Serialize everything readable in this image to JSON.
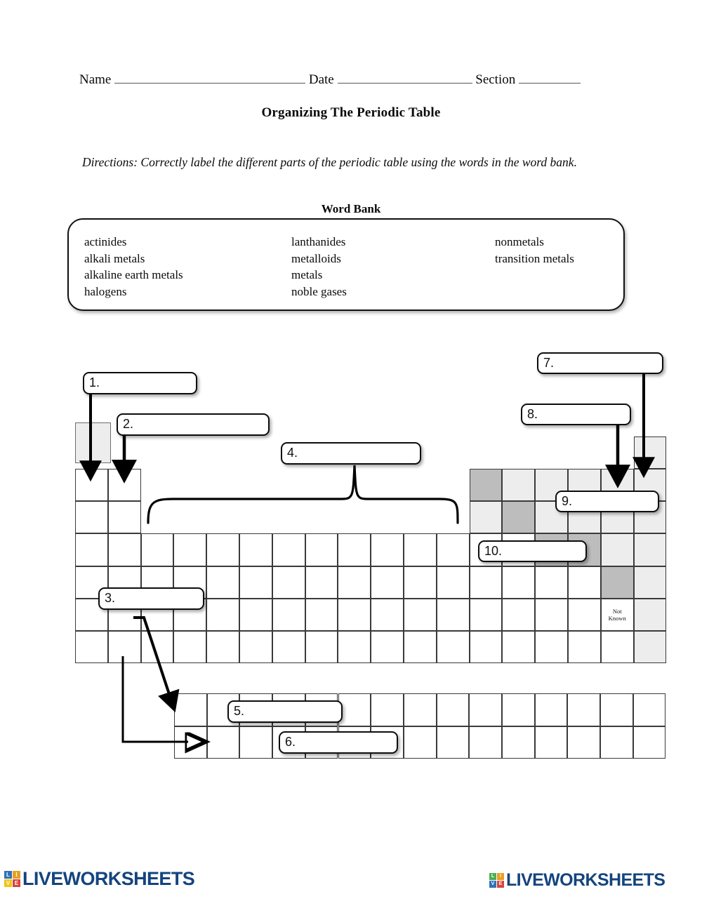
{
  "header": {
    "name_label": "Name",
    "date_label": "Date",
    "section_label": "Section",
    "title": "Organizing The Periodic Table",
    "directions": "Directions:  Correctly label the different parts of the periodic table using the words in the word bank."
  },
  "word_bank": {
    "heading": "Word Bank",
    "columns": [
      [
        "actinides",
        "alkali metals",
        "alkaline earth metals",
        "halogens"
      ],
      [
        "lanthanides",
        "metalloids",
        "metals",
        "noble gases"
      ],
      [
        "nonmetals",
        "transition metals"
      ]
    ]
  },
  "answer_boxes": [
    {
      "id": "1",
      "label": "1."
    },
    {
      "id": "2",
      "label": "2."
    },
    {
      "id": "3",
      "label": "3."
    },
    {
      "id": "4",
      "label": "4."
    },
    {
      "id": "5",
      "label": "5."
    },
    {
      "id": "6",
      "label": "6."
    },
    {
      "id": "7",
      "label": "7."
    },
    {
      "id": "8",
      "label": "8."
    },
    {
      "id": "9",
      "label": "9."
    },
    {
      "id": "10",
      "label": "10."
    }
  ],
  "periodic_table": {
    "not_known_line1": "Not",
    "not_known_line2": "Known",
    "colors": {
      "nonmetal_fill": "#ededed",
      "metalloid_fill": "#bdbdbd",
      "cell_border": "#3a3a3a",
      "plain_fill": "#ffffff"
    }
  },
  "logo": {
    "wordmark": "LIVEWORKSHEETS",
    "tiles": [
      {
        "letter": "L",
        "color": "#2e72b8"
      },
      {
        "letter": "I",
        "color": "#e8a020"
      },
      {
        "letter": "V",
        "color": "#f0c419"
      },
      {
        "letter": "E",
        "color": "#d6453d"
      }
    ],
    "tiles_right": [
      {
        "letter": "L",
        "color": "#4caf50"
      },
      {
        "letter": "I",
        "color": "#e8a020"
      },
      {
        "letter": "V",
        "color": "#2e72b8"
      },
      {
        "letter": "E",
        "color": "#d6453d"
      }
    ]
  }
}
